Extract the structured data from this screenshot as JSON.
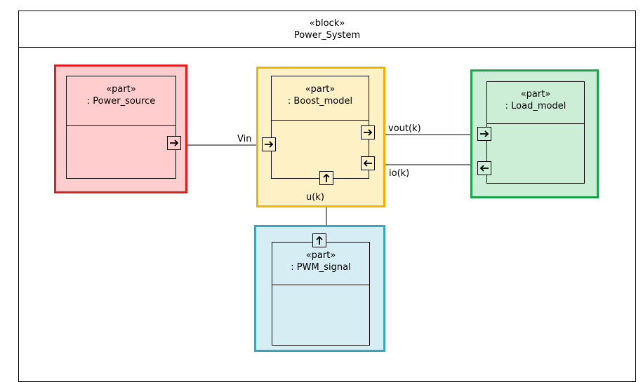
{
  "block": {
    "stereotype": "«block»",
    "name": "Power_System"
  },
  "parts": {
    "power_source": {
      "stereotype": "«part»",
      "name": ": Power_source",
      "highlight_color": "#e02020",
      "fill": "#ffcdcd"
    },
    "boost_model": {
      "stereotype": "«part»",
      "name": ": Boost_model",
      "highlight_color": "#f0b400",
      "fill": "#fff1c6"
    },
    "load_model": {
      "stereotype": "«part»",
      "name": ": Load_model",
      "highlight_color": "#1aa34a",
      "fill": "#cdeed6"
    },
    "pwm_signal": {
      "stereotype": "«part»",
      "name": ": PWM_signal",
      "highlight_color": "#3ba7bf",
      "fill": "#d6edf3"
    }
  },
  "flows": {
    "vin": "Vin",
    "vout": "vout(k)",
    "io": "io(k)",
    "u": "u(k)"
  },
  "icons": {
    "port_out": "arrow-right-icon",
    "port_in": "arrow-left-icon",
    "port_up": "arrow-up-icon"
  }
}
